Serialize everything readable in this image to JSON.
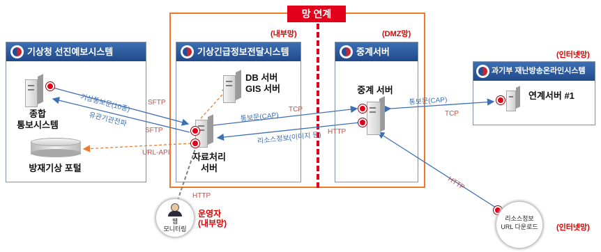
{
  "nodes": {
    "title_badge": "망 연계",
    "internal_net": "(내부망)",
    "dmz_net": "(DMZ망)",
    "internet_net_top": "(인터넷망)",
    "internet_net_bottom": "(인터넷망)",
    "panel_kma": "기상청 선진예보시스템",
    "panel_transfer": "기상긴급정보전달시스템",
    "panel_relay": "중계서버",
    "panel_msit": "과기부 재난방송온라인시스템",
    "integrated_system": "종합\n통보시스템",
    "disaster_portal": "방재기상 포털",
    "db_server": "DB 서버\nGIS 서버",
    "processing_server": "자료처리\n서버",
    "relay_server": "중계 서버",
    "link_server": "연계서버 #1",
    "operator_label": "운영자\n(내부망)",
    "operator_circle": "웹\n모니터링",
    "resource_circle": "리소스정보\nURL 다운로드"
  },
  "edges": {
    "weather_msg": "기상통보문(10종)",
    "sftp_1": "SFTP",
    "agency_fax": "유관기관전파",
    "sftp_2": "SFTP",
    "url_api": "URL-API",
    "notice_cap_1": "통보문(CAP)",
    "tcp_1": "TCP",
    "resource_info": "리소스정보(이미지 등)",
    "http_1": "HTTP",
    "notice_cap_2": "통보문(CAP)",
    "tcp_2": "TCP",
    "http_2": "HTTP",
    "http_3": "HTTP"
  },
  "colors": {
    "panel_header": "#2a5599",
    "accent_red": "#e3001b",
    "zone_border": "#f07826",
    "edge_blue": "#3d6fb4",
    "edge_orange": "#ee7a30",
    "edge_gray": "#808080"
  }
}
